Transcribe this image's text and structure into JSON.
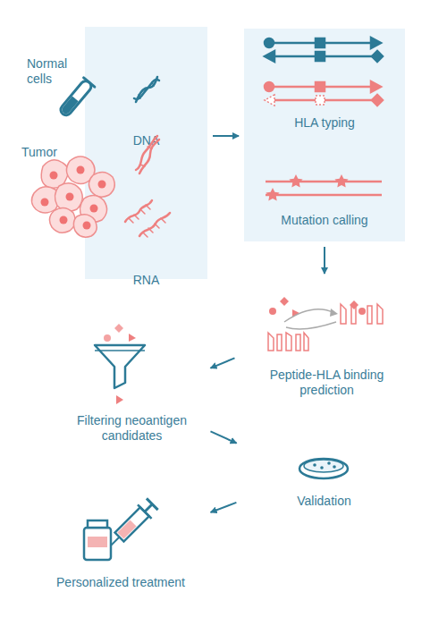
{
  "diagram": {
    "nodes": [
      {
        "text": [
          "DNA",
          "RNA"
        ]
      },
      {
        "text": [
          "HLA typing",
          "Mutation calling"
        ]
      },
      {
        "text": [
          "Peptide-HLA binding prediction"
        ]
      },
      {
        "text": [
          "Filtering neoantigen candidates"
        ]
      },
      {
        "text": [
          "Validation"
        ]
      },
      {
        "text": [
          "Personalized treatment"
        ]
      }
    ],
    "edges": [
      {
        "from": 0,
        "to": 1,
        "arrow": "to"
      },
      {
        "from": 1,
        "to": 2,
        "arrow": "to"
      },
      {
        "from": 2,
        "to": 3,
        "arrow": "to"
      },
      {
        "from": 3,
        "to": 4,
        "arrow": "to"
      },
      {
        "from": 4,
        "to": 5,
        "arrow": "to"
      }
    ],
    "labels": [
      "Normal cells",
      "Tumor"
    ]
  }
}
